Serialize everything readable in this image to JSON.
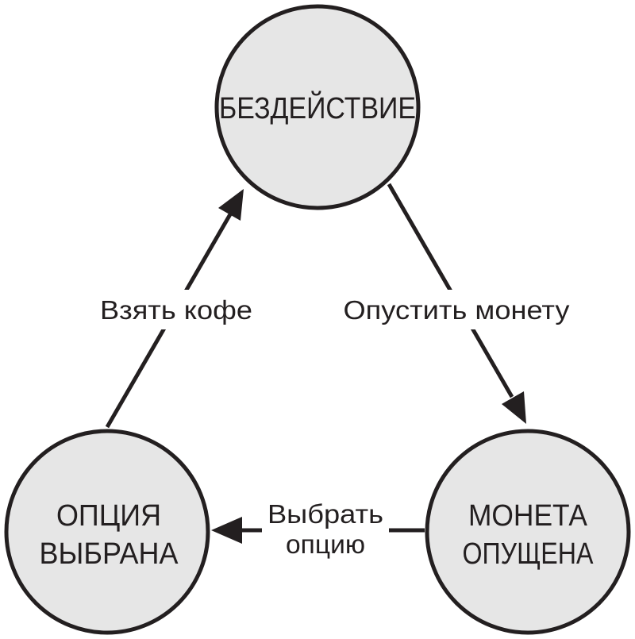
{
  "colors": {
    "node_fill": "#e6e6e6",
    "stroke": "#231f20",
    "background": "#ffffff"
  },
  "states": {
    "idle": {
      "label": "БЕЗДЕЙСТВИЕ"
    },
    "coin_inserted": {
      "line1": "МОНЕТА",
      "line2": "ОПУЩЕНА"
    },
    "option_selected": {
      "line1": "ОПЦИЯ",
      "line2": "ВЫБРАНА"
    }
  },
  "transitions": {
    "insert_coin": {
      "label": "Опустить монету"
    },
    "select_option": {
      "line1": "Выбрать",
      "line2": "опцию"
    },
    "take_coffee": {
      "label": "Взять кофе"
    }
  }
}
